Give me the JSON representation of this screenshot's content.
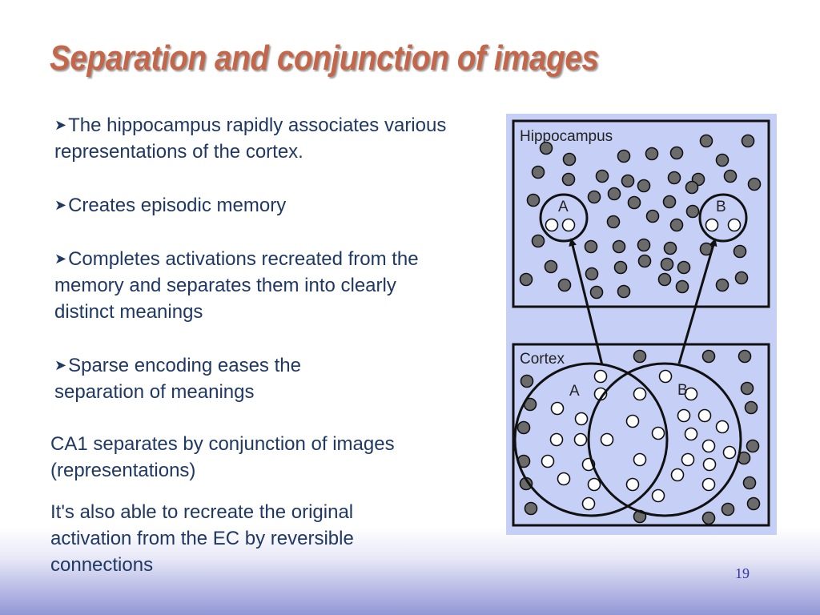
{
  "slide": {
    "title": "Separation and conjunction of  images",
    "page_number": "19"
  },
  "bullets": [
    {
      "icon": "arrow-bullet-icon",
      "text": "The hippocampus rapidly associates various representations of the cortex."
    },
    {
      "icon": "arrow-bullet-icon",
      "text": "Creates episodic memory"
    },
    {
      "icon": "arrow-bullet-icon",
      "text": "Completes activations recreated from the memory and separates them into clearly distinct meanings"
    },
    {
      "icon": "arrow-bullet-icon",
      "text": "Sparse encoding eases the separation of meanings"
    }
  ],
  "paragraphs": [
    "CA1 separates by conjunction of images (representations)",
    "It's also able to recreate the original activation from the EC by reversible connections"
  ],
  "diagram": {
    "hippocampus_label": "Hippocampus",
    "cortex_label": "Cortex",
    "hippocampus_group_a": "A",
    "hippocampus_group_b": "B",
    "cortex_group_a": "A",
    "cortex_group_b": "B",
    "colors": {
      "panel_fill": "#c6d0f7",
      "border": "#111111",
      "active_neuron": "#ffffff",
      "inactive_neuron": "#6b6b6b"
    }
  }
}
